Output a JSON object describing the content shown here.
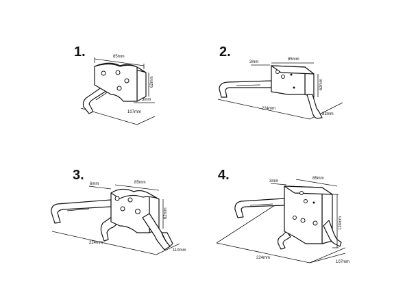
{
  "panels": [
    {
      "number": "1.",
      "dims": {
        "width": "85mm",
        "height": "62mm",
        "depth": "107mm",
        "thickness": "3mm"
      }
    },
    {
      "number": "2.",
      "dims": {
        "width": "85mm",
        "height": "62mm",
        "length": "224mm",
        "depth": "83mm",
        "thickness": "3mm"
      }
    },
    {
      "number": "3.",
      "dims": {
        "width": "85mm",
        "height": "62mm",
        "length": "224mm",
        "depth": "110mm",
        "thickness": "6mm"
      }
    },
    {
      "number": "4.",
      "dims": {
        "width": "85mm",
        "height": "124mm",
        "length": "224mm",
        "depth": "107mm",
        "thickness": "3mm"
      }
    }
  ]
}
